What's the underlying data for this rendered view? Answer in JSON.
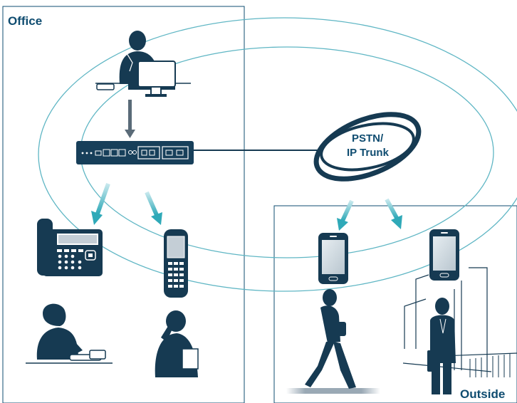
{
  "labels": {
    "office": "Office",
    "outside": "Outside",
    "pstn_line1": "PSTN/",
    "pstn_line2": "IP Trunk"
  },
  "colors": {
    "frame": "#0f4c70",
    "navy": "#1a4a66",
    "dark": "#163a52",
    "ring": "#5fb6c4",
    "arrow_teal": "#4bb7c3"
  },
  "icons": [
    "office-worker-at-desk-icon",
    "pbx-unit-icon",
    "desk-phone-icon",
    "dect-handset-icon",
    "smartphone-icon",
    "pstn-ip-trunk-cloud-icon",
    "walking-woman-icon",
    "businessman-outdoors-icon"
  ]
}
